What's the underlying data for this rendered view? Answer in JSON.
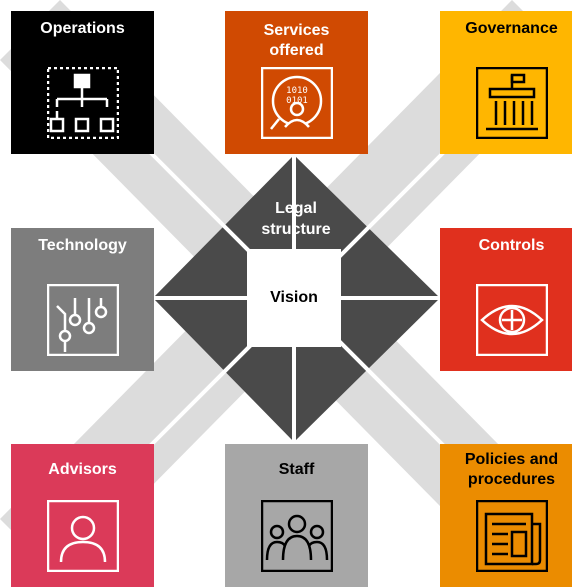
{
  "center": {
    "label": "Vision"
  },
  "inner": {
    "label_line1": "Legal",
    "label_line2": "structure"
  },
  "tiles": {
    "operations": {
      "label": "Operations",
      "color": "#000000",
      "icon": "org-chart-icon"
    },
    "services": {
      "label_line1": "Services",
      "label_line2": "offered",
      "color": "#D04A02",
      "icon": "data-person-icon"
    },
    "governance": {
      "label": "Governance",
      "color": "#FFB600",
      "icon": "government-building-icon"
    },
    "technology": {
      "label": "Technology",
      "color": "#7D7D7D",
      "icon": "circuit-icon"
    },
    "controls": {
      "label": "Controls",
      "color": "#E0301E",
      "icon": "eye-icon"
    },
    "advisors": {
      "label": "Advisors",
      "color": "#DB3A59",
      "icon": "person-icon"
    },
    "staff": {
      "label": "Staff",
      "color": "#A7A7A7",
      "icon": "group-icon"
    },
    "policies": {
      "label_line1": "Policies and",
      "label_line2": "procedures",
      "color": "#EB8C00",
      "icon": "document-icon"
    }
  }
}
